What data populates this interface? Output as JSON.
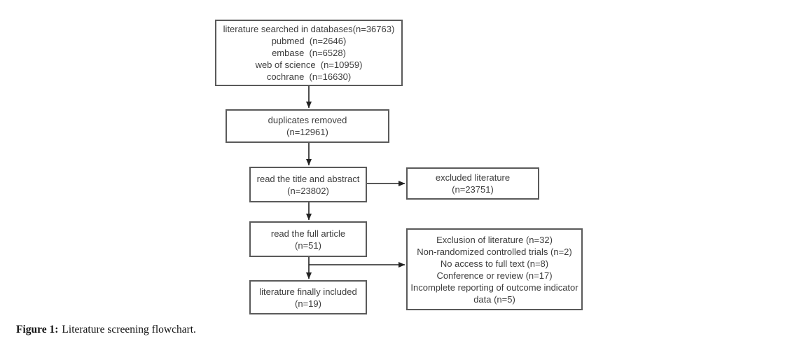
{
  "flowchart": {
    "boxes": {
      "databases": {
        "lines": [
          "literature searched in databases(n=36763)",
          "pubmed  (n=2646)",
          "embase  (n=6528)",
          "web of science  (n=10959)",
          "cochrane  (n=16630)"
        ]
      },
      "duplicates_removed": {
        "lines": [
          "duplicates removed",
          "(n=12961)"
        ]
      },
      "title_abstract": {
        "lines": [
          "read the title and abstract",
          "(n=23802)"
        ]
      },
      "excluded_literature": {
        "lines": [
          "excluded literature",
          "(n=23751)"
        ]
      },
      "full_article": {
        "lines": [
          "read the full article",
          "(n=51)"
        ]
      },
      "exclusion_reasons": {
        "lines": [
          "Exclusion of literature (n=32)",
          "Non-randomized controlled trials (n=2)",
          "No access to full text (n=8)",
          "Conference or review (n=17)",
          "Incomplete reporting of outcome indicator data (n=5)"
        ]
      },
      "finally_included": {
        "lines": [
          "literature finally included",
          "(n=19)"
        ]
      }
    },
    "colors": {
      "box_border": "#5a5a5a",
      "box_text": "#3d3d3d",
      "arrow": "#222222",
      "background": "#ffffff"
    }
  },
  "caption": {
    "label": "Figure 1:",
    "text": "Literature screening flowchart."
  }
}
